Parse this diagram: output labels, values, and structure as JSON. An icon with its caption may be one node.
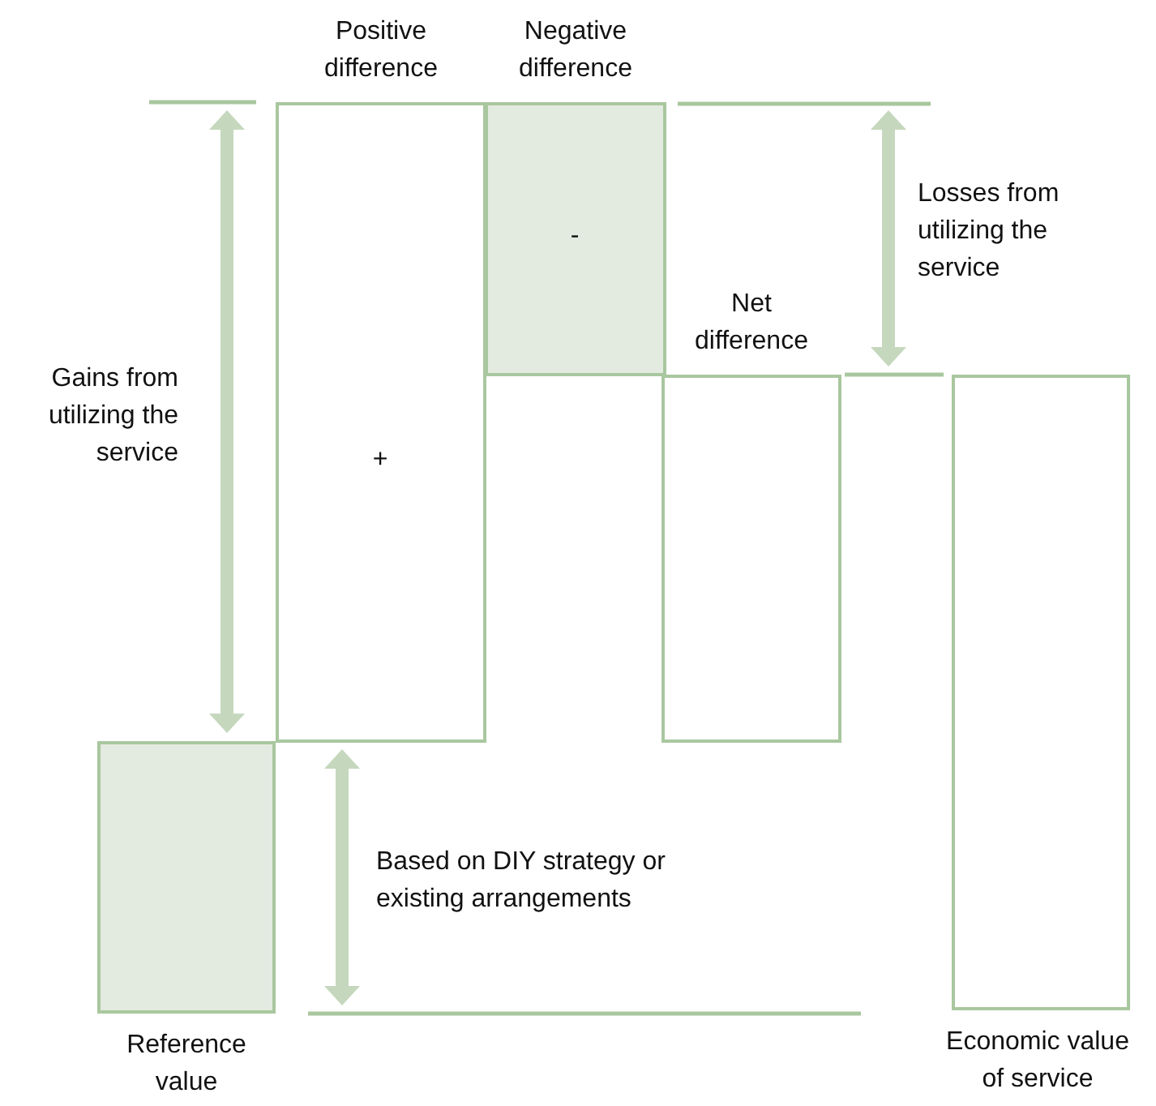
{
  "diagram": {
    "nodes": [
      {
        "text": [
          "Reference value"
        ]
      },
      {
        "text": [
          "Positive difference",
          "+"
        ]
      },
      {
        "text": [
          "Negative difference",
          "-"
        ]
      },
      {
        "text": [
          "Net difference"
        ]
      },
      {
        "text": [
          "Economic value of service"
        ]
      }
    ],
    "labels": [
      "Gains from utilizing the service",
      "Losses from utilizing the service",
      "Based on DIY strategy or existing arrangements"
    ]
  }
}
